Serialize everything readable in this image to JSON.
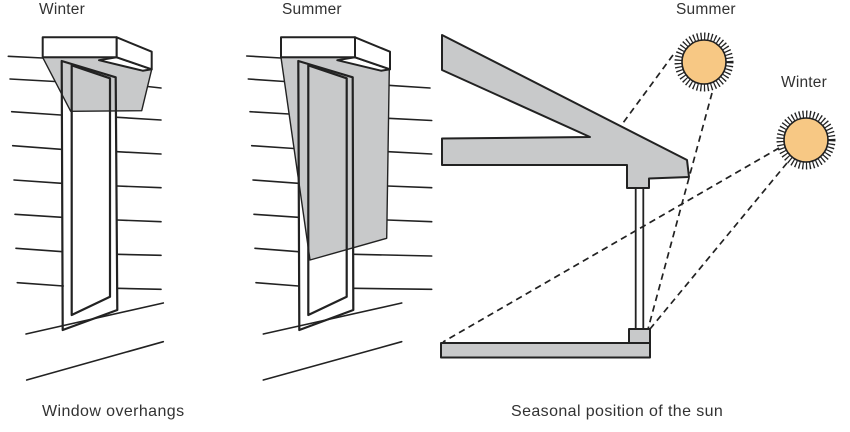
{
  "labels": {
    "winter_window": "Winter",
    "summer_window": "Summer",
    "summer_sun": "Summer",
    "winter_sun": "Winter"
  },
  "captions": {
    "left": "Window overhangs",
    "right": "Seasonal position of the sun"
  },
  "colors": {
    "outline": "#222222",
    "fill_gray": "#c8c9ca",
    "shadow_gray": "#c8c9ca",
    "sun_fill": "#f7c884",
    "text": "#323232",
    "background": "#ffffff"
  }
}
